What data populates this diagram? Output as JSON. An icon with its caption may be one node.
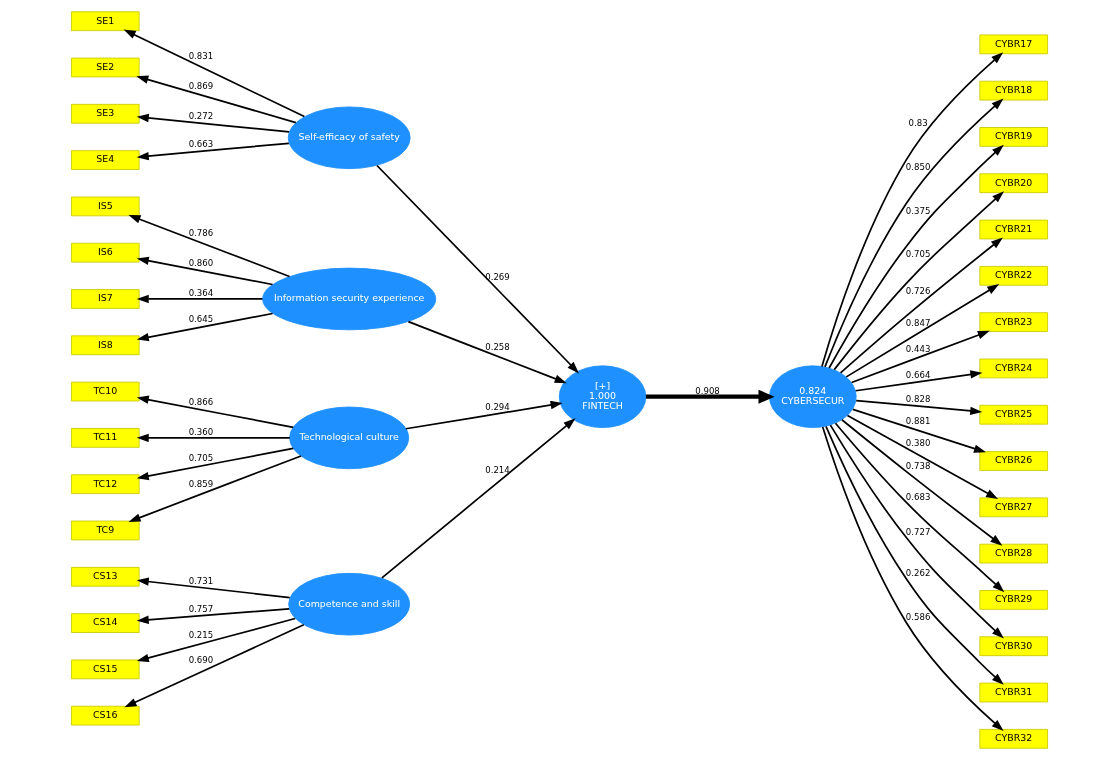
{
  "diagram": {
    "nodes": [
      {
        "text": [
          "SE1"
        ]
      },
      {
        "text": [
          "SE2"
        ]
      },
      {
        "text": [
          "SE3"
        ]
      },
      {
        "text": [
          "SE4"
        ]
      },
      {
        "text": [
          "IS5"
        ]
      },
      {
        "text": [
          "IS6"
        ]
      },
      {
        "text": [
          "IS7"
        ]
      },
      {
        "text": [
          "IS8"
        ]
      },
      {
        "text": [
          "TC10"
        ]
      },
      {
        "text": [
          "TC11"
        ]
      },
      {
        "text": [
          "TC12"
        ]
      },
      {
        "text": [
          "TC9"
        ]
      },
      {
        "text": [
          "CS13"
        ]
      },
      {
        "text": [
          "CS14"
        ]
      },
      {
        "text": [
          "CS15"
        ]
      },
      {
        "text": [
          "CS16"
        ]
      },
      {
        "text": [
          "Self-efficacy of safety"
        ]
      },
      {
        "text": [
          "Information security experience"
        ]
      },
      {
        "text": [
          "Technological culture"
        ]
      },
      {
        "text": [
          "Competence and skill"
        ]
      },
      {
        "text": [
          "[+]",
          "1.000",
          "FINTECH"
        ]
      },
      {
        "text": [
          "0.824",
          "CYBERSECUR"
        ]
      },
      {
        "text": [
          "CYBR17"
        ]
      },
      {
        "text": [
          "CYBR18"
        ]
      },
      {
        "text": [
          "CYBR19"
        ]
      },
      {
        "text": [
          "CYBR20"
        ]
      },
      {
        "text": [
          "CYBR21"
        ]
      },
      {
        "text": [
          "CYBR22"
        ]
      },
      {
        "text": [
          "CYBR23"
        ]
      },
      {
        "text": [
          "CYBR24"
        ]
      },
      {
        "text": [
          "CYBR25"
        ]
      },
      {
        "text": [
          "CYBR26"
        ]
      },
      {
        "text": [
          "CYBR27"
        ]
      },
      {
        "text": [
          "CYBR28"
        ]
      },
      {
        "text": [
          "CYBR29"
        ]
      },
      {
        "text": [
          "CYBR30"
        ]
      },
      {
        "text": [
          "CYBR31"
        ]
      },
      {
        "text": [
          "CYBR32"
        ]
      }
    ],
    "edges": [
      {
        "from": 16,
        "to": 0,
        "arrow": "to",
        "label": "0.831"
      },
      {
        "from": 16,
        "to": 1,
        "arrow": "to",
        "label": "0.869"
      },
      {
        "from": 16,
        "to": 2,
        "arrow": "to",
        "label": "0.272"
      },
      {
        "from": 16,
        "to": 3,
        "arrow": "to",
        "label": "0.663"
      },
      {
        "from": 17,
        "to": 4,
        "arrow": "to",
        "label": "0.786"
      },
      {
        "from": 17,
        "to": 5,
        "arrow": "to",
        "label": "0.860"
      },
      {
        "from": 17,
        "to": 6,
        "arrow": "to",
        "label": "0.364"
      },
      {
        "from": 17,
        "to": 7,
        "arrow": "to",
        "label": "0.645"
      },
      {
        "from": 18,
        "to": 8,
        "arrow": "to",
        "label": "0.866"
      },
      {
        "from": 18,
        "to": 9,
        "arrow": "to",
        "label": "0.360"
      },
      {
        "from": 18,
        "to": 10,
        "arrow": "to",
        "label": "0.705"
      },
      {
        "from": 18,
        "to": 11,
        "arrow": "to",
        "label": "0.859"
      },
      {
        "from": 19,
        "to": 12,
        "arrow": "to",
        "label": "0.731"
      },
      {
        "from": 19,
        "to": 13,
        "arrow": "to",
        "label": "0.757"
      },
      {
        "from": 19,
        "to": 14,
        "arrow": "to",
        "label": "0.215"
      },
      {
        "from": 19,
        "to": 15,
        "arrow": "to",
        "label": "0.690"
      },
      {
        "from": 16,
        "to": 20,
        "arrow": "to",
        "label": "0.269"
      },
      {
        "from": 17,
        "to": 20,
        "arrow": "to",
        "label": "0.258"
      },
      {
        "from": 18,
        "to": 20,
        "arrow": "to",
        "label": "0.294"
      },
      {
        "from": 19,
        "to": 20,
        "arrow": "to",
        "label": "0.214"
      },
      {
        "from": 20,
        "to": 21,
        "arrow": "to",
        "label": "0.908",
        "style": "thick"
      },
      {
        "from": 21,
        "to": 22,
        "arrow": "to",
        "label": "0.83"
      },
      {
        "from": 21,
        "to": 23,
        "arrow": "to",
        "label": "0.850"
      },
      {
        "from": 21,
        "to": 24,
        "arrow": "to",
        "label": "0.375"
      },
      {
        "from": 21,
        "to": 25,
        "arrow": "to",
        "label": "0.705"
      },
      {
        "from": 21,
        "to": 26,
        "arrow": "to",
        "label": "0.726"
      },
      {
        "from": 21,
        "to": 27,
        "arrow": "to",
        "label": "0.847"
      },
      {
        "from": 21,
        "to": 28,
        "arrow": "to",
        "label": "0.443"
      },
      {
        "from": 21,
        "to": 29,
        "arrow": "to",
        "label": "0.664"
      },
      {
        "from": 21,
        "to": 30,
        "arrow": "to",
        "label": "0.828"
      },
      {
        "from": 21,
        "to": 31,
        "arrow": "to",
        "label": "0.881"
      },
      {
        "from": 21,
        "to": 32,
        "arrow": "to",
        "label": "0.380"
      },
      {
        "from": 21,
        "to": 33,
        "arrow": "to",
        "label": "0.738"
      },
      {
        "from": 21,
        "to": 34,
        "arrow": "to",
        "label": "0.683"
      },
      {
        "from": 21,
        "to": 35,
        "arrow": "to",
        "label": "0.727"
      },
      {
        "from": 21,
        "to": 36,
        "arrow": "to",
        "label": "0.262"
      },
      {
        "from": 21,
        "to": 37,
        "arrow": "to",
        "label": "0.586"
      }
    ]
  }
}
